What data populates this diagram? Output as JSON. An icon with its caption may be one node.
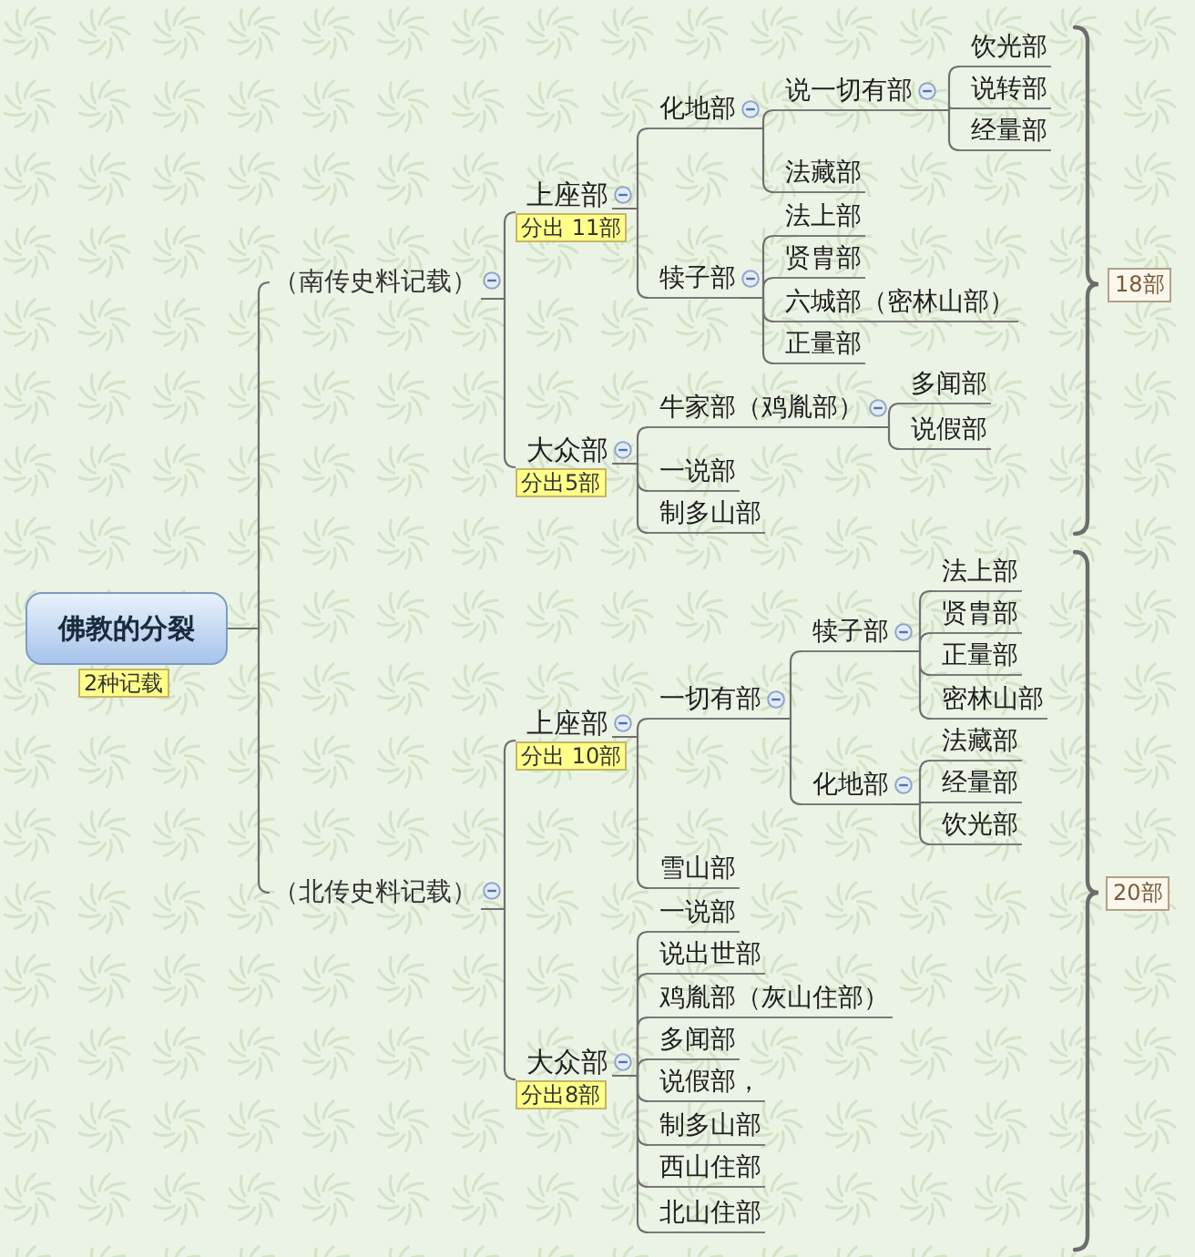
{
  "diagram": {
    "nodes": [
      {
        "text": [
          "佛教的分裂"
        ],
        "beside": [
          "2种记载"
        ]
      },
      {
        "text": [
          "（南传史料记载）"
        ]
      },
      {
        "text": [
          "上座部"
        ],
        "beside": [
          "分出 11部"
        ]
      },
      {
        "text": [
          "化地部"
        ]
      },
      {
        "text": [
          "说一切有部"
        ]
      },
      {
        "text": [
          "饮光部"
        ]
      },
      {
        "text": [
          "说转部"
        ]
      },
      {
        "text": [
          "经量部"
        ]
      },
      {
        "text": [
          "法藏部"
        ]
      },
      {
        "text": [
          "犊子部"
        ]
      },
      {
        "text": [
          "法上部"
        ]
      },
      {
        "text": [
          "贤胄部"
        ]
      },
      {
        "text": [
          "六城部（密林山部）"
        ]
      },
      {
        "text": [
          "正量部"
        ]
      },
      {
        "text": [
          "大众部"
        ],
        "beside": [
          "分出5部"
        ]
      },
      {
        "text": [
          "牛家部（鸡胤部）"
        ]
      },
      {
        "text": [
          "多闻部"
        ]
      },
      {
        "text": [
          "说假部"
        ]
      },
      {
        "text": [
          "一说部"
        ]
      },
      {
        "text": [
          "制多山部"
        ]
      },
      {
        "text": [
          "18部"
        ]
      },
      {
        "text": [
          "（北传史料记载）"
        ]
      },
      {
        "text": [
          "上座部"
        ],
        "beside": [
          "分出 10部"
        ]
      },
      {
        "text": [
          "一切有部"
        ]
      },
      {
        "text": [
          "犊子部"
        ]
      },
      {
        "text": [
          "法上部"
        ]
      },
      {
        "text": [
          "贤胄部"
        ]
      },
      {
        "text": [
          "正量部"
        ]
      },
      {
        "text": [
          "密林山部"
        ]
      },
      {
        "text": [
          "化地部"
        ]
      },
      {
        "text": [
          "法藏部"
        ]
      },
      {
        "text": [
          "经量部"
        ]
      },
      {
        "text": [
          "饮光部"
        ]
      },
      {
        "text": [
          "雪山部"
        ]
      },
      {
        "text": [
          "大众部"
        ],
        "beside": [
          "分出8部"
        ]
      },
      {
        "text": [
          "一说部"
        ]
      },
      {
        "text": [
          "说出世部"
        ]
      },
      {
        "text": [
          "鸡胤部（灰山住部）"
        ]
      },
      {
        "text": [
          "多闻部"
        ]
      },
      {
        "text": [
          "说假部，"
        ]
      },
      {
        "text": [
          "制多山部"
        ]
      },
      {
        "text": [
          "西山住部"
        ]
      },
      {
        "text": [
          "北山住部"
        ]
      },
      {
        "text": [
          "20部"
        ]
      }
    ],
    "edges": [
      {
        "from": 0,
        "to": 1,
        "arrow": "none"
      },
      {
        "from": 0,
        "to": 21,
        "arrow": "none"
      },
      {
        "from": 1,
        "to": 2,
        "arrow": "none"
      },
      {
        "from": 1,
        "to": 14,
        "arrow": "none"
      },
      {
        "from": 2,
        "to": 3,
        "arrow": "none"
      },
      {
        "from": 2,
        "to": 9,
        "arrow": "none"
      },
      {
        "from": 3,
        "to": 4,
        "arrow": "none"
      },
      {
        "from": 3,
        "to": 8,
        "arrow": "none"
      },
      {
        "from": 4,
        "to": 5,
        "arrow": "none"
      },
      {
        "from": 4,
        "to": 6,
        "arrow": "none"
      },
      {
        "from": 4,
        "to": 7,
        "arrow": "none"
      },
      {
        "from": 9,
        "to": 10,
        "arrow": "none"
      },
      {
        "from": 9,
        "to": 11,
        "arrow": "none"
      },
      {
        "from": 9,
        "to": 12,
        "arrow": "none"
      },
      {
        "from": 9,
        "to": 13,
        "arrow": "none"
      },
      {
        "from": 14,
        "to": 15,
        "arrow": "none"
      },
      {
        "from": 14,
        "to": 18,
        "arrow": "none"
      },
      {
        "from": 14,
        "to": 19,
        "arrow": "none"
      },
      {
        "from": 15,
        "to": 16,
        "arrow": "none"
      },
      {
        "from": 15,
        "to": 17,
        "arrow": "none"
      },
      {
        "from": 21,
        "to": 22,
        "arrow": "none"
      },
      {
        "from": 21,
        "to": 34,
        "arrow": "none"
      },
      {
        "from": 22,
        "to": 23,
        "arrow": "none"
      },
      {
        "from": 22,
        "to": 33,
        "arrow": "none"
      },
      {
        "from": 23,
        "to": 24,
        "arrow": "none"
      },
      {
        "from": 23,
        "to": 29,
        "arrow": "none"
      },
      {
        "from": 24,
        "to": 25,
        "arrow": "none"
      },
      {
        "from": 24,
        "to": 26,
        "arrow": "none"
      },
      {
        "from": 24,
        "to": 27,
        "arrow": "none"
      },
      {
        "from": 24,
        "to": 28,
        "arrow": "none"
      },
      {
        "from": 29,
        "to": 30,
        "arrow": "none"
      },
      {
        "from": 29,
        "to": 31,
        "arrow": "none"
      },
      {
        "from": 29,
        "to": 32,
        "arrow": "none"
      },
      {
        "from": 34,
        "to": 35,
        "arrow": "none"
      },
      {
        "from": 34,
        "to": 36,
        "arrow": "none"
      },
      {
        "from": 34,
        "to": 37,
        "arrow": "none"
      },
      {
        "from": 34,
        "to": 38,
        "arrow": "none"
      },
      {
        "from": 34,
        "to": 39,
        "arrow": "none"
      },
      {
        "from": 34,
        "to": 40,
        "arrow": "none"
      },
      {
        "from": 34,
        "to": 41,
        "arrow": "none"
      },
      {
        "from": 34,
        "to": 42,
        "arrow": "none"
      }
    ]
  }
}
